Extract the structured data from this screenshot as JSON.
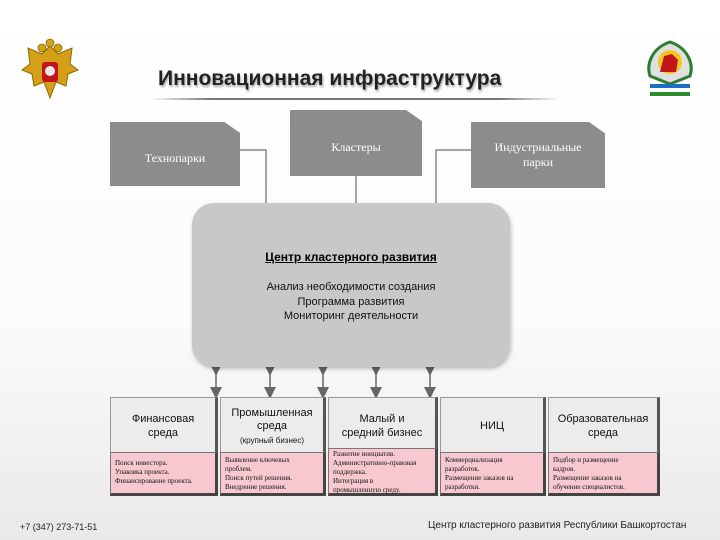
{
  "title": "Инновационная инфраструктура",
  "top_boxes": {
    "technoparks": "Технопарки",
    "clusters": "Кластеры",
    "industrial_parks": [
      "Индустриальные",
      "парки"
    ]
  },
  "center": {
    "title": "Центр кластерного развития",
    "lines": [
      "Анализ необходимости создания",
      "Программа развития",
      "Мониторинг  деятельности"
    ]
  },
  "bottom_boxes": [
    {
      "label": [
        "Финансовая",
        "среда"
      ],
      "sub": ""
    },
    {
      "label": [
        "Промышленная",
        "среда"
      ],
      "sub": "(крупный бизнес)"
    },
    {
      "label": [
        "Малый и",
        "средний бизнес"
      ],
      "sub": ""
    },
    {
      "label": [
        "НИЦ"
      ],
      "sub": ""
    },
    {
      "label": [
        "Образовательная",
        "среда"
      ],
      "sub": ""
    }
  ],
  "detail_boxes": [
    [
      "Поиск инвестора.",
      "Упаковка проекта.",
      "Финансирование проекта."
    ],
    [
      "Выявление ключевых",
      "проблем.",
      "Поиск путей решения.",
      "Внедрение решения."
    ],
    [
      "Развитие инициатив.",
      "Административно-правовая",
      "поддержка.",
      "Интеграция в",
      "промышленную среду."
    ],
    [
      "Коммерциализация",
      "разработок.",
      "Размещение заказов на",
      "разработки."
    ],
    [
      "Подбор и размещение",
      "кадров.",
      "Размещение заказов на",
      "обучение специалистов."
    ]
  ],
  "footer": {
    "phone": "+7 (347) 273-71-51",
    "org": "Центр кластерного развития Республики Башкортостан"
  },
  "colors": {
    "box_gray": "#8c8c8c",
    "center_gray": "#c8c8c8",
    "detail_pink": "#f7c8d0"
  },
  "icons": [
    "russia-coat-of-arms-icon",
    "bashkortostan-emblem-icon"
  ]
}
